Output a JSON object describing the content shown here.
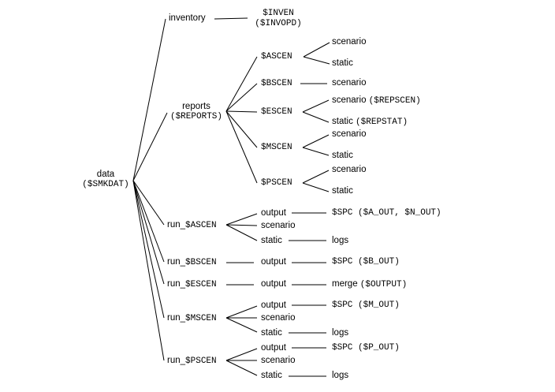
{
  "tree": {
    "root": {
      "name": "data",
      "var": "($SMKDAT)"
    },
    "inventory": {
      "name": "inventory",
      "var1": "$INVEN",
      "var2": "($INVOPD)"
    },
    "reports": {
      "name": "reports",
      "var": "($REPORTS)",
      "ascen": {
        "name": "$ASCEN",
        "c1": "scenario",
        "c2": "static"
      },
      "bscen": {
        "name": "$BSCEN",
        "c1": "scenario"
      },
      "escen": {
        "name": "$ESCEN",
        "c1a": "scenario ",
        "c1b": "($REPSCEN)",
        "c2a": "static ",
        "c2b": "($REPSTAT)"
      },
      "mscen": {
        "name": "$MSCEN",
        "c1": "scenario",
        "c2": "static"
      },
      "pscen": {
        "name": "$PSCEN",
        "c1": "scenario",
        "c2": "static"
      }
    },
    "run_ascen": {
      "name": "run_",
      "var": "$ASCEN",
      "output": "output",
      "scenario": "scenario",
      "static": "static",
      "out_target": "$SPC ($A_OUT, $N_OUT)",
      "logs": "logs"
    },
    "run_bscen": {
      "name": "run_",
      "var": "$BSCEN",
      "output": "output",
      "out_target": "$SPC ($B_OUT)"
    },
    "run_escen": {
      "name": "run_",
      "var": "$ESCEN",
      "output": "output",
      "out_a": "merge ",
      "out_b": "($OUTPUT)"
    },
    "run_mscen": {
      "name": "run_",
      "var": "$MSCEN",
      "output": "output",
      "scenario": "scenario",
      "static": "static",
      "out_target": "$SPC ($M_OUT)",
      "logs": "logs"
    },
    "run_pscen": {
      "name": "run_",
      "var": "$PSCEN",
      "output": "output",
      "scenario": "scenario",
      "static": "static",
      "out_target": "$SPC ($P_OUT)",
      "logs": "logs"
    }
  }
}
